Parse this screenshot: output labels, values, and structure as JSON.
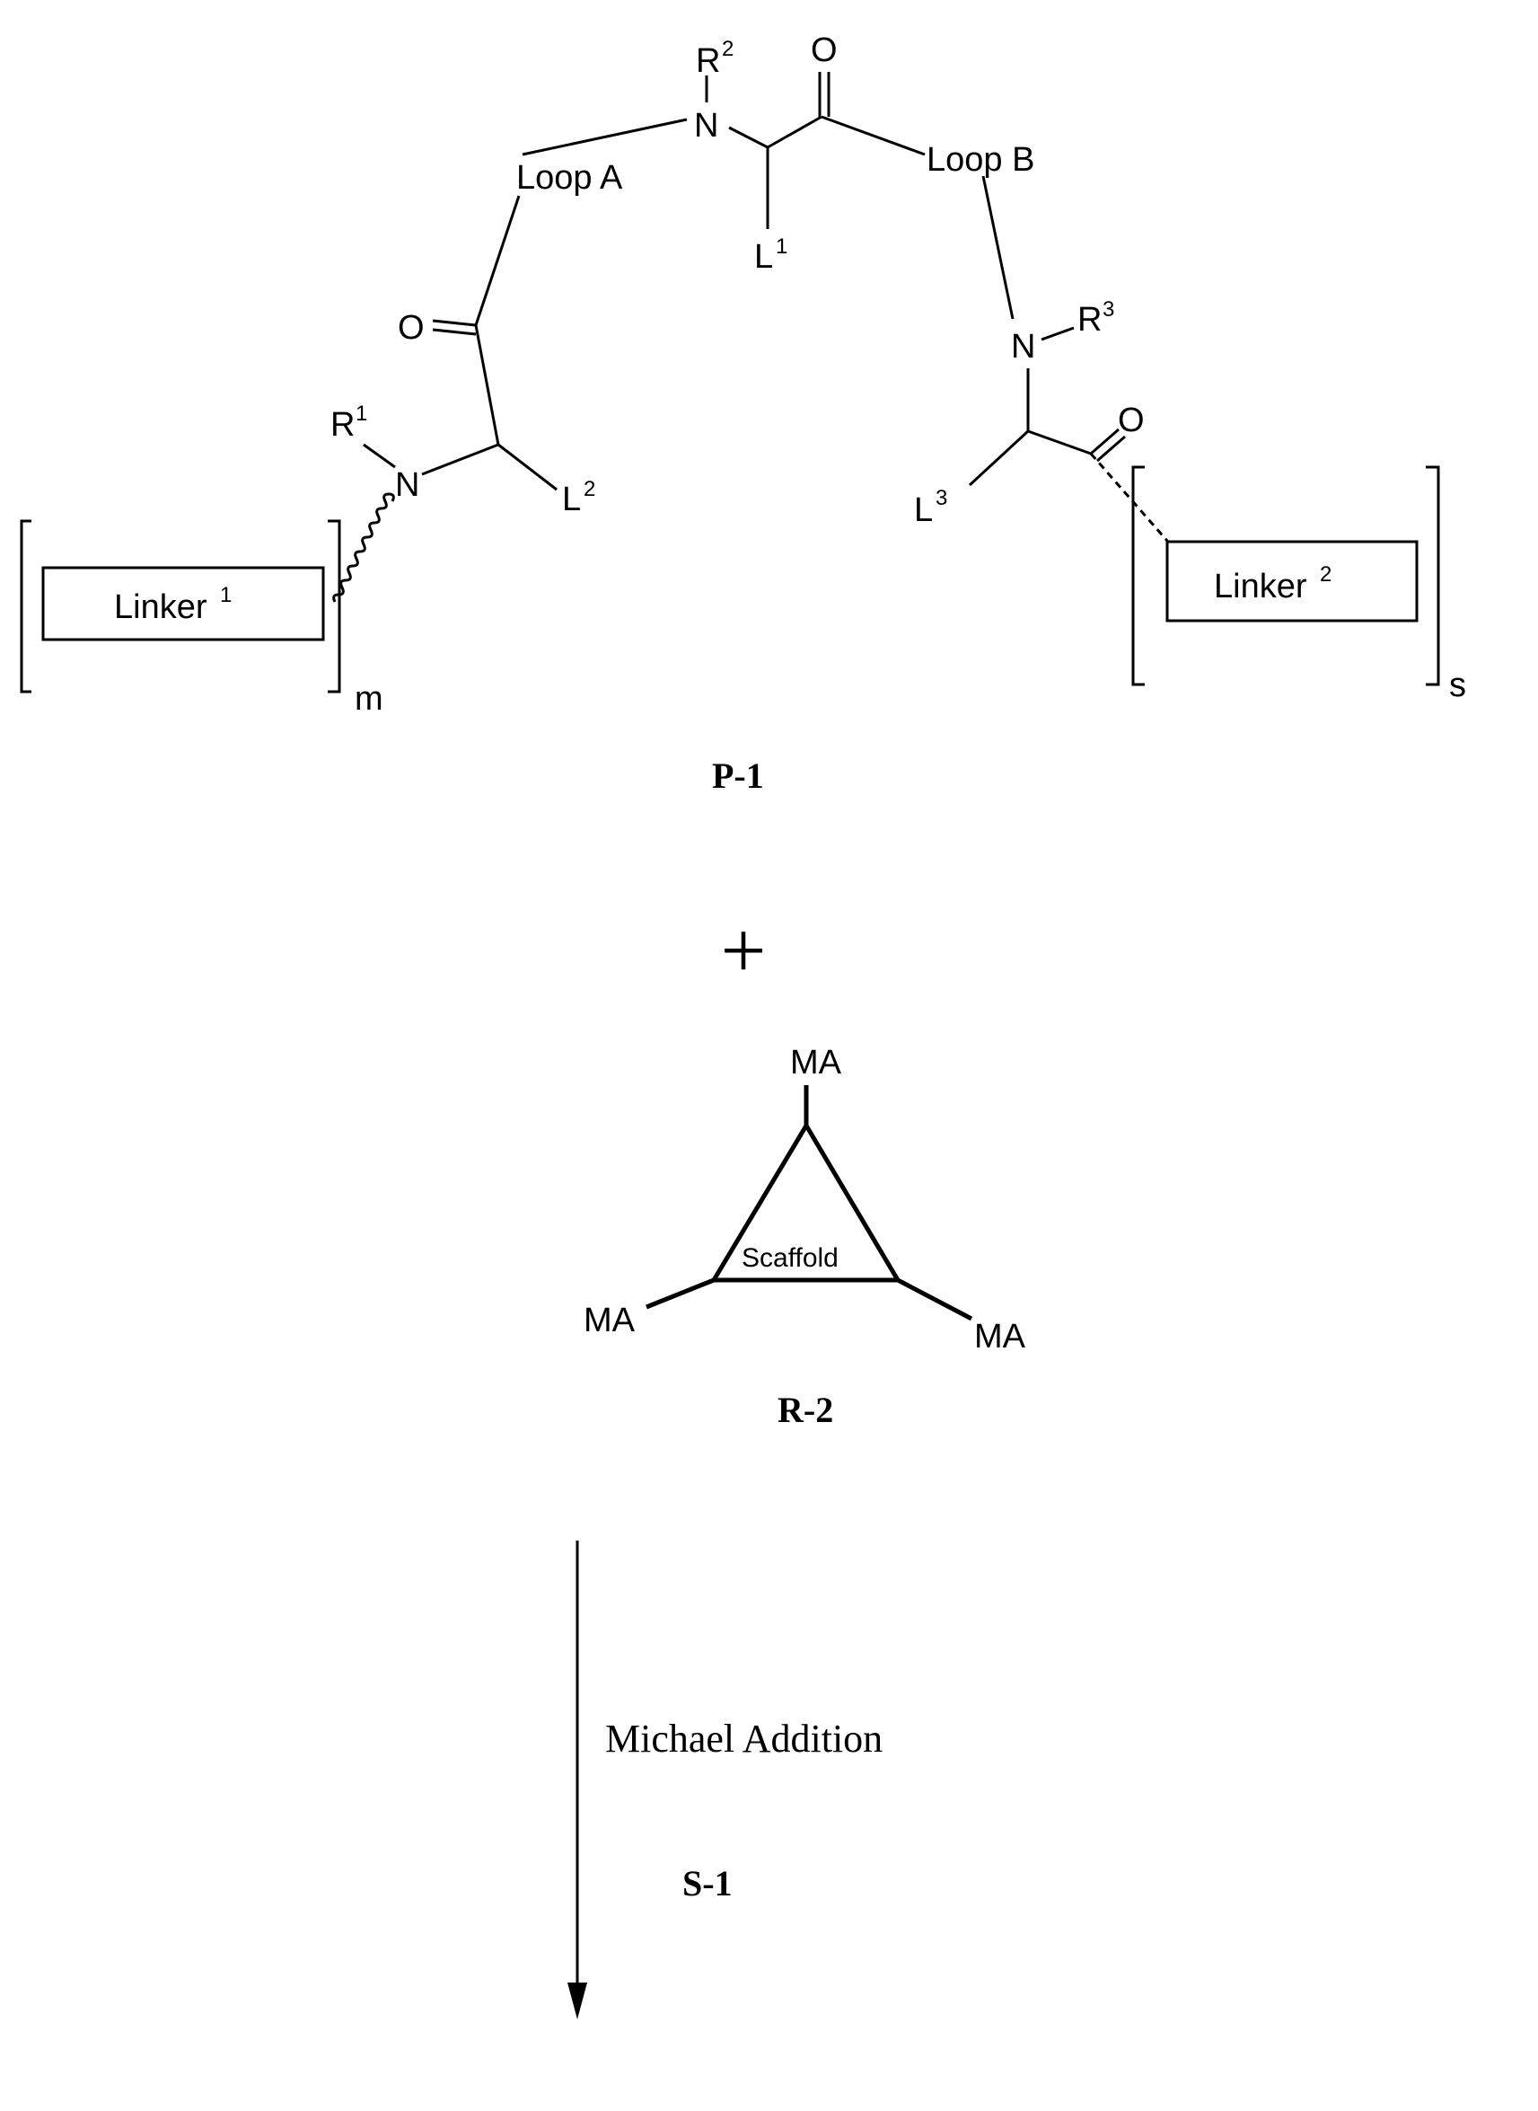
{
  "p1": {
    "loop_a": "Loop A",
    "loop_b": "Loop B",
    "n": "N",
    "o": "O",
    "r": "R",
    "l": "L",
    "r1_sup": "1",
    "r2_sup": "2",
    "r3_sup": "3",
    "l1_sup": "1",
    "l2_sup": "2",
    "l3_sup": "3",
    "linker": "Linker",
    "linker1_sup": "1",
    "linker2_sup": "2",
    "m": "m",
    "s": "s",
    "label": "P-1"
  },
  "plus": "+",
  "r2": {
    "scaffold": "Scaffold",
    "ma": "MA",
    "label": "R-2"
  },
  "reaction": {
    "condition": "Michael Addition",
    "label": "S-1"
  }
}
